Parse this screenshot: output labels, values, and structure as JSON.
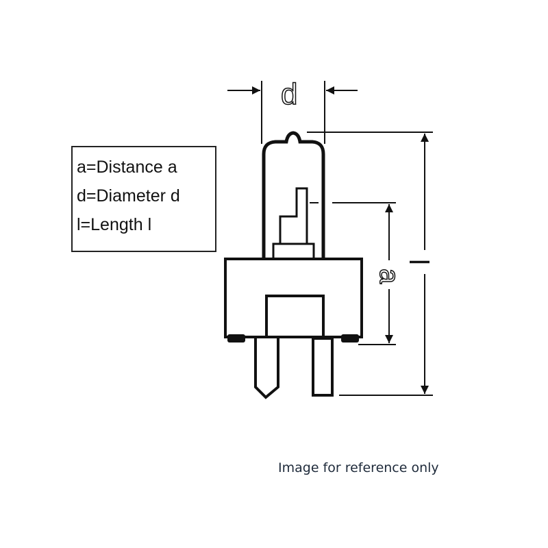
{
  "legend": {
    "lines": [
      "a=Distance a",
      "d=Diameter d",
      "l=Length l"
    ]
  },
  "dimension_labels": {
    "d": "d",
    "a": "a",
    "l": "l"
  },
  "caption": "Image for reference only"
}
